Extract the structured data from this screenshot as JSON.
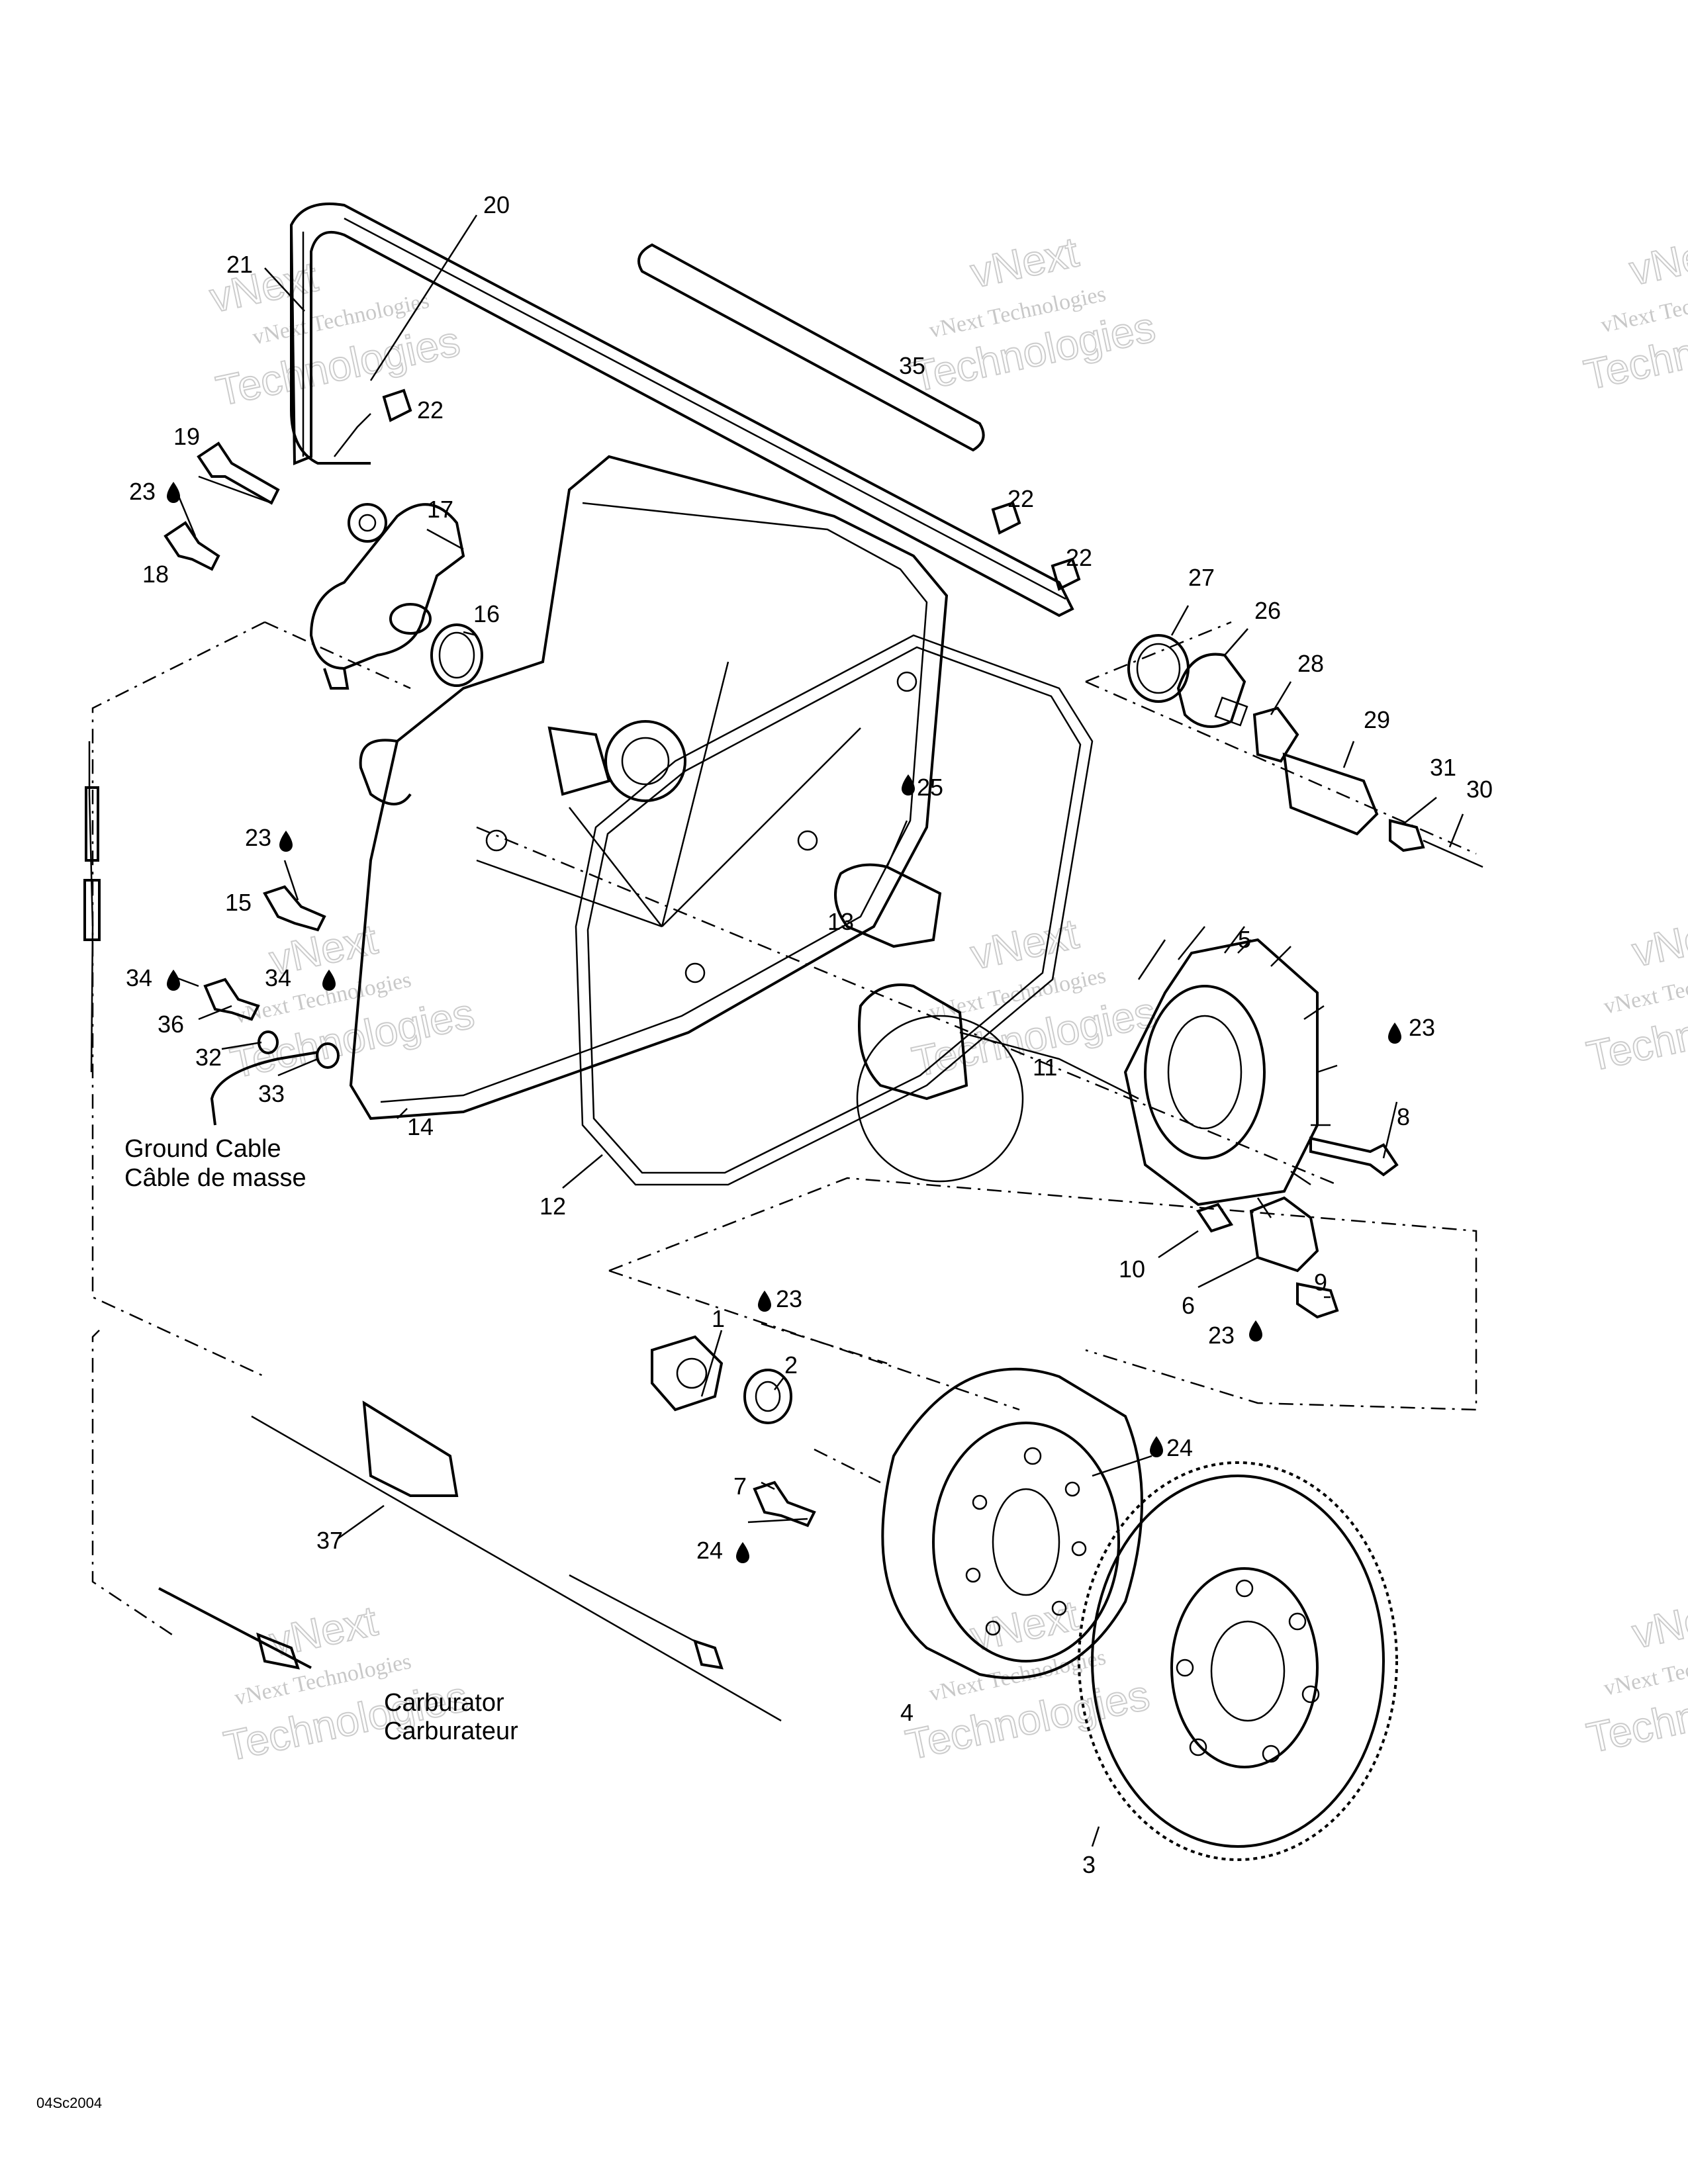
{
  "callouts": {
    "c1": "1",
    "c2": "2",
    "c3": "3",
    "c4": "4",
    "c5": "5",
    "c6": "6",
    "c7": "7",
    "c8": "8",
    "c9": "9",
    "c10": "10",
    "c11": "11",
    "c12": "12",
    "c13": "13",
    "c14": "14",
    "c15": "15",
    "c16": "16",
    "c17": "17",
    "c18": "18",
    "c19": "19",
    "c20": "20",
    "c21": "21",
    "c22a": "22",
    "c22b": "22",
    "c22c": "22",
    "c23a": "23",
    "c23b": "23",
    "c23c": "23",
    "c23d": "23",
    "c23e": "23",
    "c24a": "24",
    "c24b": "24",
    "c25": "25",
    "c26": "26",
    "c27": "27",
    "c28": "28",
    "c29": "29",
    "c30": "30",
    "c31": "31",
    "c32": "32",
    "c33": "33",
    "c34a": "34",
    "c34b": "34",
    "c35": "35",
    "c36": "36",
    "c37": "37"
  },
  "notes": {
    "ground_cable_en": "Ground Cable",
    "ground_cable_fr": "Câble de masse",
    "carburator_en": "Carburator",
    "carburator_fr": "Carburateur"
  },
  "figure_code": "04Sc2004",
  "watermark": {
    "line1": "vNext Technologies",
    "line2": "vNext",
    "line3": "Technologies"
  }
}
